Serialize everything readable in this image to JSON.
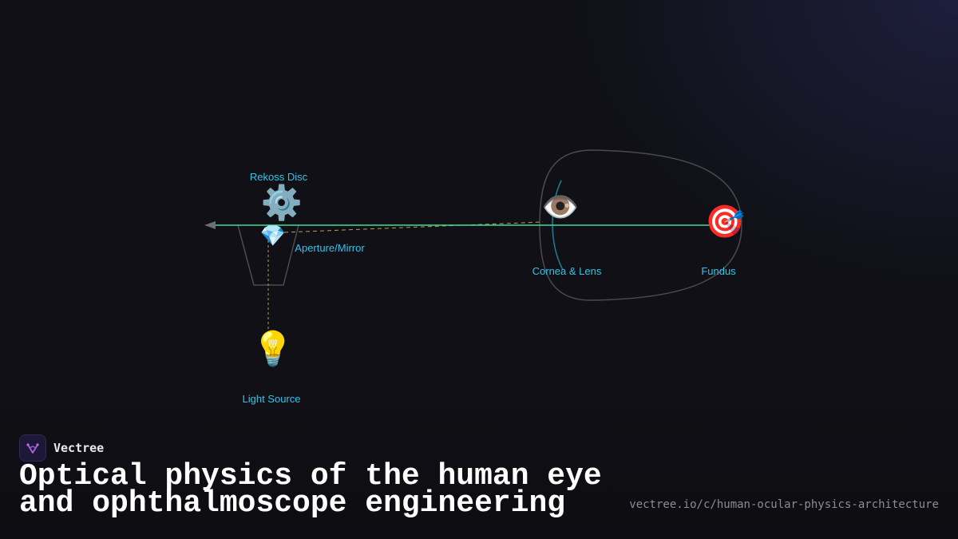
{
  "diagram": {
    "labels": {
      "rekoss_disc": "Rekoss Disc",
      "aperture_mirror": "Aperture/Mirror",
      "cornea_lens": "Cornea & Lens",
      "fundus": "Fundus",
      "light_source": "Light Source"
    },
    "icons": {
      "rekoss_disc": "gear-icon",
      "aperture_mirror": "gem-icon",
      "cornea_lens": "eye-icon",
      "fundus": "target-icon",
      "light_source": "light-bulb-icon"
    },
    "glyphs": {
      "rekoss_disc": "⚙️",
      "aperture_mirror": "💎",
      "cornea_lens": "👁️",
      "fundus": "🎯",
      "light_source": "💡"
    },
    "colors": {
      "optical_axis": "#3ddc97",
      "light_path": "#b8a04a",
      "label": "#2fc6ec",
      "eye_outline": "#4a4a52",
      "lens_curve": "#1b7f95",
      "housing": "#4a4a52",
      "arrow": "#6e6e78"
    }
  },
  "brand": {
    "name": "Vectree"
  },
  "footer": {
    "title_line1": "Optical physics of the human eye",
    "title_line2": "and ophthalmoscope engineering",
    "url": "vectree.io/c/human-ocular-physics-architecture"
  }
}
